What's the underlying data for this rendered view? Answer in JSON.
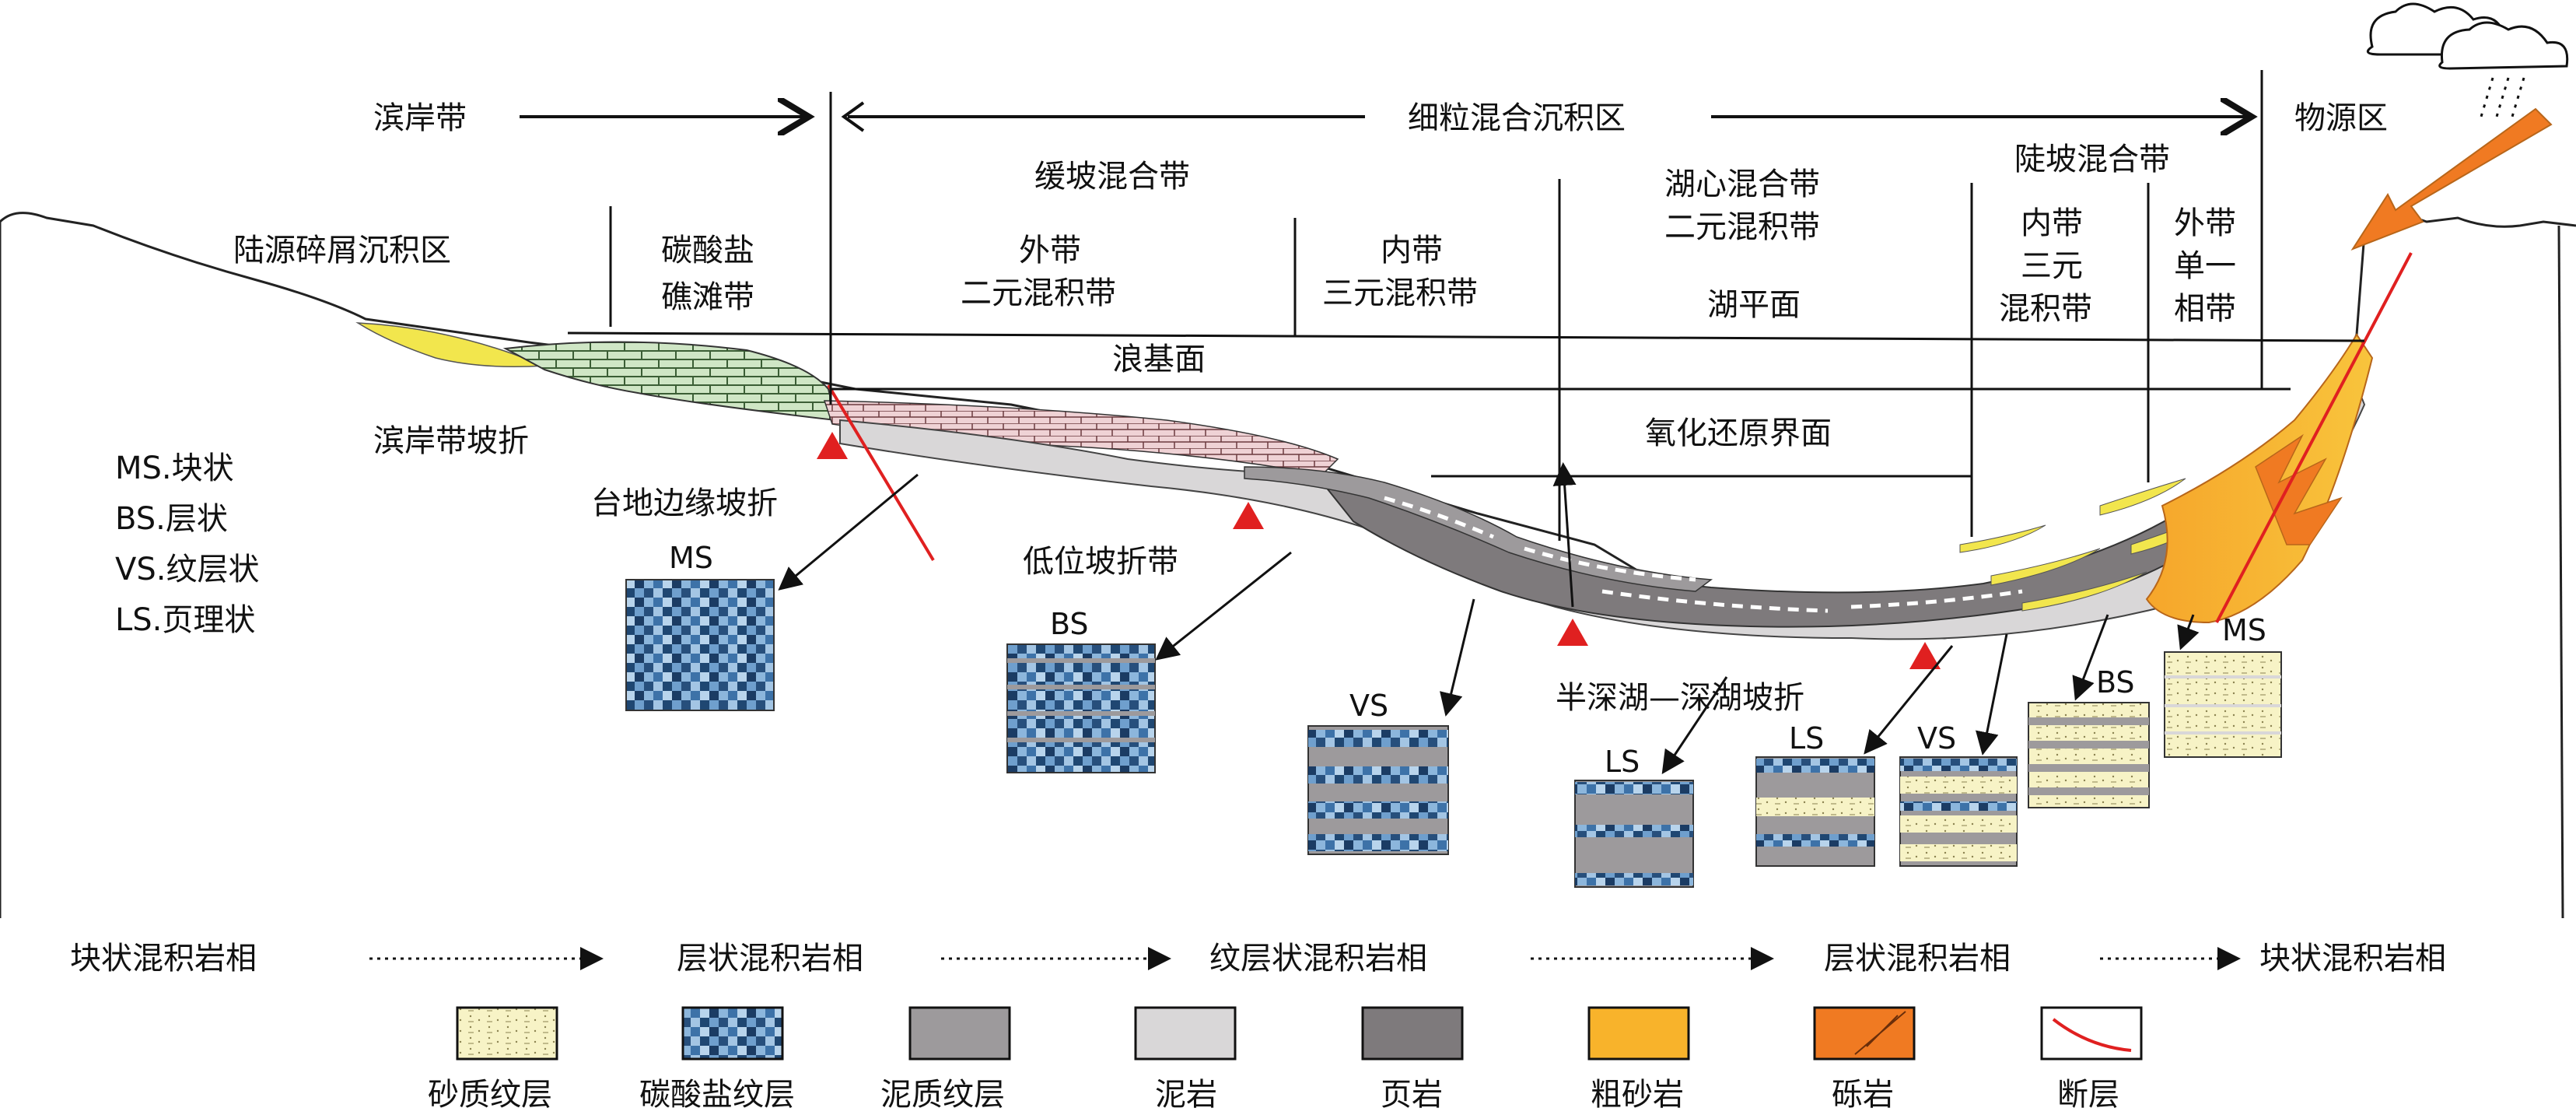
{
  "top_zones": {
    "coastal_belt": "滨岸带",
    "fine_mixed_zone": "细粒混合沉积区",
    "source_area": "物源区"
  },
  "sub_zones": {
    "terrigenous_clastic": "陆源碎屑沉积区",
    "carbonate_reef_1": "碳酸盐",
    "carbonate_reef_2": "礁滩带",
    "gentle_slope_mixed": "缓坡混合带",
    "outer_belt_1": "外带",
    "outer_belt_2": "二元混积带",
    "inner_belt_1": "内带",
    "inner_belt_2": "三元混积带",
    "lake_center_1": "湖心混合带",
    "lake_center_2": "二元混积带",
    "steep_slope_mixed": "陡坡混合带",
    "steep_inner_1": "内带",
    "steep_inner_2": "三元",
    "steep_inner_3": "混积带",
    "steep_outer_1": "外带",
    "steep_outer_2": "单一",
    "steep_outer_3": "相带"
  },
  "surfaces": {
    "wave_base": "浪基面",
    "lake_level": "湖平面",
    "redox_boundary": "氧化还原界面"
  },
  "breaks": {
    "coastal_slope_break": "滨岸带坡折",
    "platform_margin_break": "台地边缘坡折",
    "low_slope_break": "低位坡折带",
    "deep_lake_break": "半深湖—深湖坡折"
  },
  "abbrev_legend": [
    "MS.块状",
    "BS.层状",
    "VS.纹层状",
    "LS.页理状"
  ],
  "column_labels": {
    "c1": "MS",
    "c2": "BS",
    "c3": "VS",
    "c4": "LS",
    "c5": "LS",
    "c6": "VS",
    "c7": "BS",
    "c8": "MS"
  },
  "facies_sequence": [
    "块状混积岩相",
    "层状混积岩相",
    "纹层状混积岩相",
    "层状混积岩相",
    "块状混积岩相"
  ],
  "legend": [
    {
      "label": "砂质纹层",
      "color": "#f7f3c6"
    },
    {
      "label": "碳酸盐纹层",
      "color": "#3a73a8"
    },
    {
      "label": "泥质纹层",
      "color": "#9d9a9c"
    },
    {
      "label": "泥岩",
      "color": "#d9d7d8"
    },
    {
      "label": "页岩",
      "color": "#7e7a7c"
    },
    {
      "label": "粗砂岩",
      "color": "#f8b32b"
    },
    {
      "label": "砾岩",
      "color": "#f07a22"
    },
    {
      "label": "断层",
      "color": "#e02020"
    }
  ]
}
